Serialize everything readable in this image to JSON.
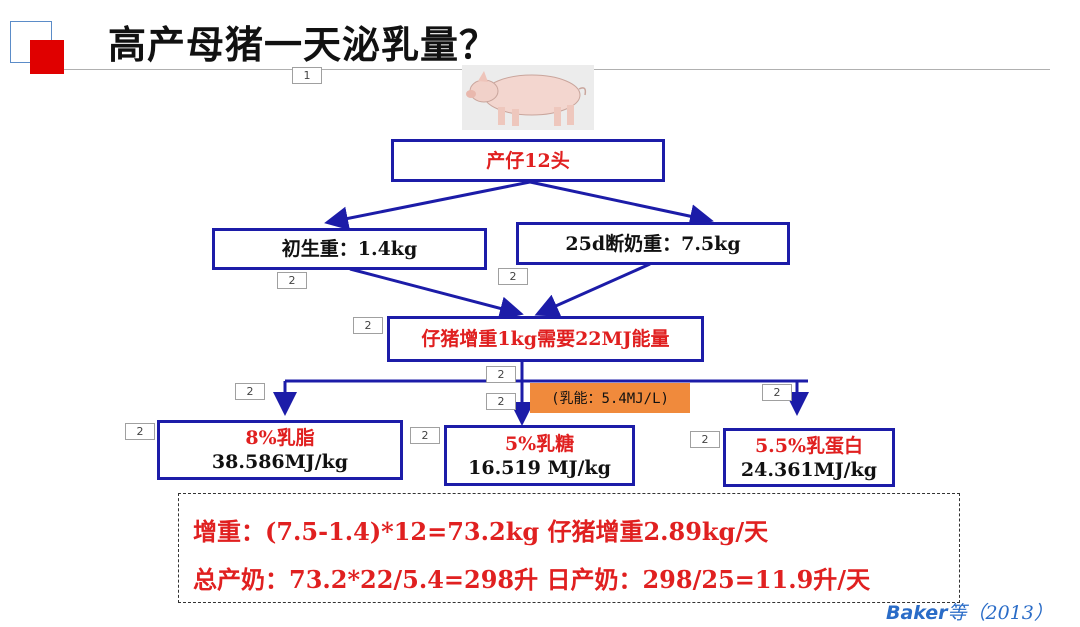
{
  "title": "高产母猪一天泌乳量？",
  "page_tag": "1",
  "nodes": {
    "litter": "产仔12头",
    "birth_weight": "初生重：1.4kg",
    "weaning_weight": "25d断奶重：7.5kg",
    "energy_need": "仔猪增重1kg需要22MJ能量",
    "milk_energy": "(乳能：5.4MJ/L)",
    "fat_title": "8%乳脂",
    "fat_value": "38.586MJ/kg",
    "lactose_title": "5%乳糖",
    "lactose_value": "16.519 MJ/kg",
    "protein_title": "5.5%乳蛋白",
    "protein_value": "24.361MJ/kg"
  },
  "step_tag": "2",
  "summary": {
    "line1": "增重：(7.5-1.4)*12=73.2kg   仔猪增重2.89kg/天",
    "line2": "总产奶：73.2*22/5.4=298升   日产奶：298/25=11.9升/天"
  },
  "credit": {
    "author": "Baker",
    "suffix": "等（2013）"
  },
  "colors": {
    "box_border": "#1c1ca8",
    "highlight_red": "#e02020",
    "milk_energy_fill": "#f08a3c",
    "logo_red": "#e00000",
    "credit_blue": "#2a6cc7"
  }
}
